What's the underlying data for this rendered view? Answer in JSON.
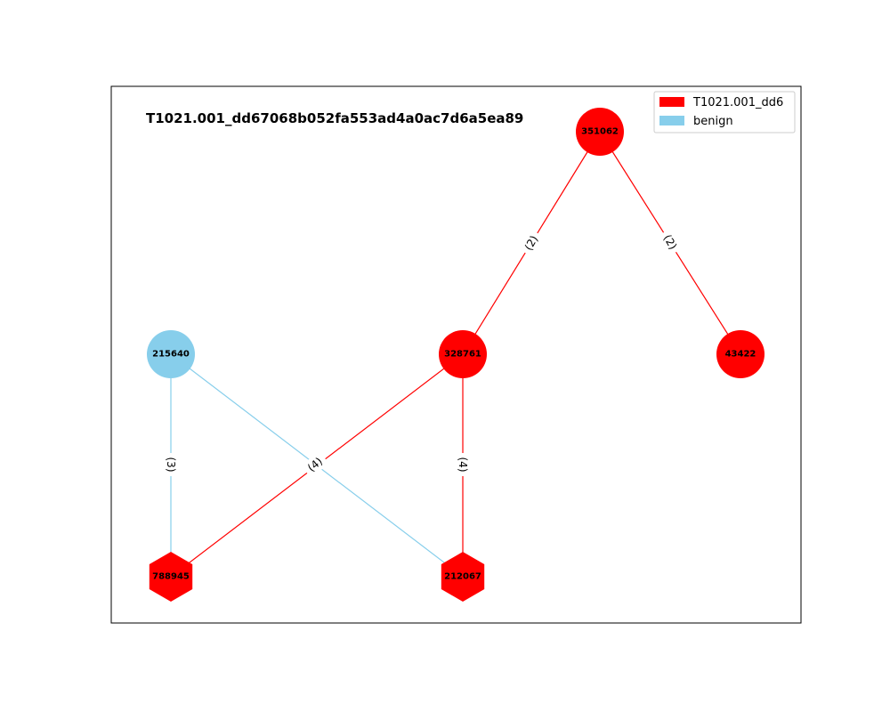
{
  "title": "T1021.001_dd67068b052fa553ad4a0ac7d6a5ea89",
  "colors": {
    "red": "#ff0000",
    "benign": "#87ceeb",
    "frame": "#000000"
  },
  "legend": [
    {
      "label": "T1021.001_dd6",
      "color": "#ff0000"
    },
    {
      "label": "benign",
      "color": "#87ceeb"
    }
  ],
  "nodes": [
    {
      "id": "351062",
      "shape": "circle",
      "color": "#ff0000"
    },
    {
      "id": "215640",
      "shape": "circle",
      "color": "#87ceeb"
    },
    {
      "id": "328761",
      "shape": "circle",
      "color": "#ff0000"
    },
    {
      "id": "43422",
      "shape": "circle",
      "color": "#ff0000"
    },
    {
      "id": "788945",
      "shape": "hexagon",
      "color": "#ff0000"
    },
    {
      "id": "212067",
      "shape": "hexagon",
      "color": "#ff0000"
    }
  ],
  "edges": [
    {
      "from": "351062",
      "to": "328761",
      "label": "(2)",
      "color": "#ff0000"
    },
    {
      "from": "351062",
      "to": "43422",
      "label": "(2)",
      "color": "#ff0000"
    },
    {
      "from": "215640",
      "to": "788945",
      "label": "(3)",
      "color": "#87ceeb"
    },
    {
      "from": "215640",
      "to": "212067",
      "label": "(4)",
      "color": "#87ceeb"
    },
    {
      "from": "328761",
      "to": "788945",
      "label": "",
      "color": "#ff0000"
    },
    {
      "from": "328761",
      "to": "212067",
      "label": "(4)",
      "color": "#ff0000"
    }
  ]
}
